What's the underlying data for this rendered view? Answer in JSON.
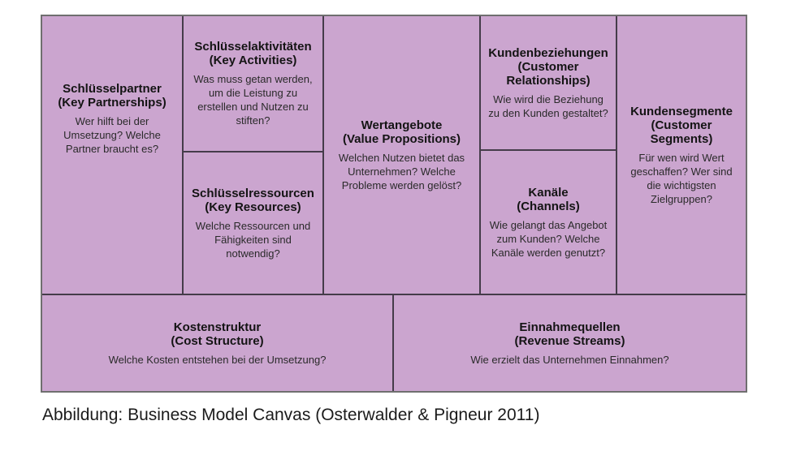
{
  "caption": "Abbildung: Business Model Canvas (Osterwalder & Pigneur 2011)",
  "colors": {
    "cell_fill": "#cba5cf",
    "outer_border": "#6f6f6f",
    "inner_border": "#453c4a",
    "text": "#141414"
  },
  "canvas": {
    "cells": {
      "key_partnerships": {
        "title": "Schlüsselpartner",
        "subtitle": "(Key Partnerships)",
        "body": "Wer hilft bei der Umsetzung? Welche Partner braucht es?"
      },
      "key_activities": {
        "title": "Schlüsselaktivitäten",
        "subtitle": "(Key Activities)",
        "body": "Was muss getan werden, um die Leistung zu erstellen und Nutzen zu stiften?"
      },
      "key_resources": {
        "title": "Schlüsselressourcen",
        "subtitle": "(Key Resources)",
        "body": "Welche Ressourcen und Fähigkeiten sind notwendig?"
      },
      "value_propositions": {
        "title": "Wertangebote",
        "subtitle": "(Value Propositions)",
        "body": "Welchen Nutzen bietet das Unternehmen? Welche Probleme werden gelöst?"
      },
      "customer_relationships": {
        "title": "Kundenbeziehungen",
        "subtitle": "(Customer Relationships)",
        "body": "Wie wird die Beziehung zu den Kunden gestaltet?"
      },
      "channels": {
        "title": "Kanäle",
        "subtitle": "(Channels)",
        "body": "Wie gelangt das Angebot zum Kunden? Welche Kanäle werden genutzt?"
      },
      "customer_segments": {
        "title": "Kundensegmente",
        "subtitle": "(Customer Segments)",
        "body": "Für wen wird Wert geschaffen? Wer sind die wichtigsten Zielgruppen?"
      },
      "cost_structure": {
        "title": "Kostenstruktur",
        "subtitle": "(Cost Structure)",
        "body": "Welche Kosten entstehen bei der Umsetzung?"
      },
      "revenue_streams": {
        "title": "Einnahmequellen",
        "subtitle": "(Revenue Streams)",
        "body": "Wie erzielt das Unternehmen Einnahmen?"
      }
    }
  }
}
